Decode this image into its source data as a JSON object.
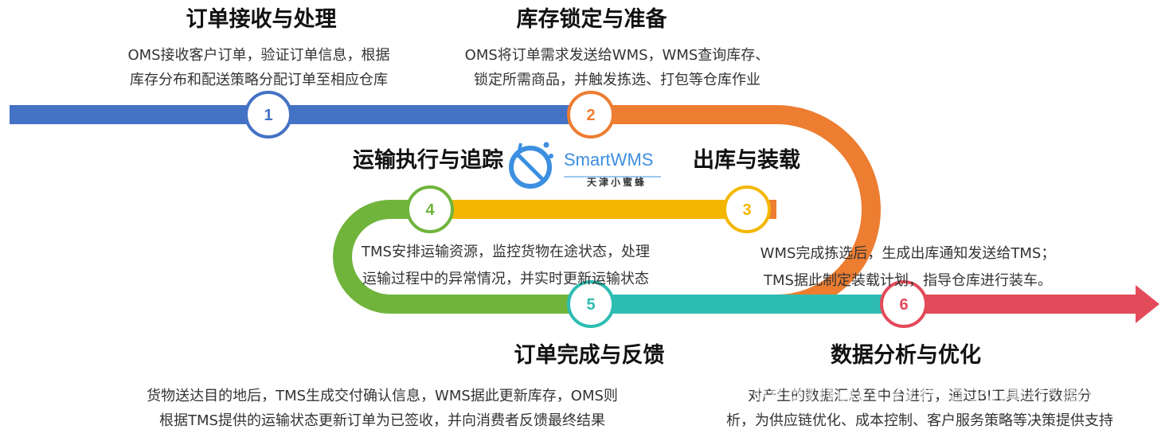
{
  "colors": {
    "blue": "#4472c4",
    "orange": "#ed7d31",
    "yellow": "#f4b700",
    "green": "#70b43c",
    "teal": "#2dbdb2",
    "red": "#e34a5a"
  },
  "steps": [
    {
      "number": "1",
      "title": "订单接收与处理",
      "desc_line1": "OMS接收客户订单，验证订单信息，根据",
      "desc_line2": "库存分布和配送策略分配订单至相应仓库"
    },
    {
      "number": "2",
      "title": "库存锁定与准备",
      "desc_line1": "OMS将订单需求发送给WMS，WMS查询库存、",
      "desc_line2": "锁定所需商品，并触发拣选、打包等仓库作业"
    },
    {
      "number": "3",
      "title": "出库与装载",
      "desc_line1": "WMS完成拣选后，生成出库通知发送给TMS；",
      "desc_line2": "TMS据此制定装载计划，指导仓库进行装车。"
    },
    {
      "number": "4",
      "title": "运输执行与追踪",
      "desc_line1": "TMS安排运输资源，监控货物在途状态，处理",
      "desc_line2": "运输过程中的异常情况，并实时更新运输状态"
    },
    {
      "number": "5",
      "title": "订单完成与反馈",
      "desc_line1": "货物送达目的地后，TMS生成交付确认信息，WMS据此更新库存，OMS则",
      "desc_line2": "根据TMS提供的运输状态更新订单为已签收，并向消费者反馈最终结果"
    },
    {
      "number": "6",
      "title": "数据分析与优化",
      "desc_line1": "对产生的数据汇总至中台进行，通过BI工具进行数据分",
      "desc_line2": "析，为供应链优化、成本控制、客户服务策略等决策提供支持"
    }
  ],
  "logo": {
    "name": "SmartWMS",
    "tagline": "天津小蜜蜂"
  },
  "watermark": "知乎 @SmartWMS天津小蜜蜂"
}
